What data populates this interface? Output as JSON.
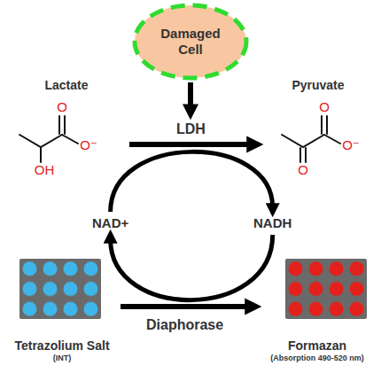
{
  "diagram": {
    "nodes": [
      {
        "text": [
          "Damaged Cell"
        ]
      },
      {
        "text": [
          "Lactate"
        ]
      },
      {
        "text": [
          "Pyruvate"
        ]
      },
      {
        "text": [
          "NAD+"
        ]
      },
      {
        "text": [
          "NADH"
        ]
      },
      {
        "text": [
          "Tetrazolium Salt",
          "(INT)"
        ]
      },
      {
        "text": [
          "Formazan",
          "(Absorption 490-520 nm)"
        ]
      }
    ],
    "edges": [
      {
        "from": 1,
        "to": 2,
        "label": "LDH",
        "arrow": "to"
      },
      {
        "from": 3,
        "to": 4,
        "arrow": "to"
      },
      {
        "from": 4,
        "to": 3,
        "arrow": "to"
      },
      {
        "from": 5,
        "to": 6,
        "label": "Diaphorase",
        "arrow": "to"
      }
    ],
    "labels": [
      "O",
      "O⁻",
      "OH",
      "O",
      "O⁻",
      "O"
    ]
  }
}
